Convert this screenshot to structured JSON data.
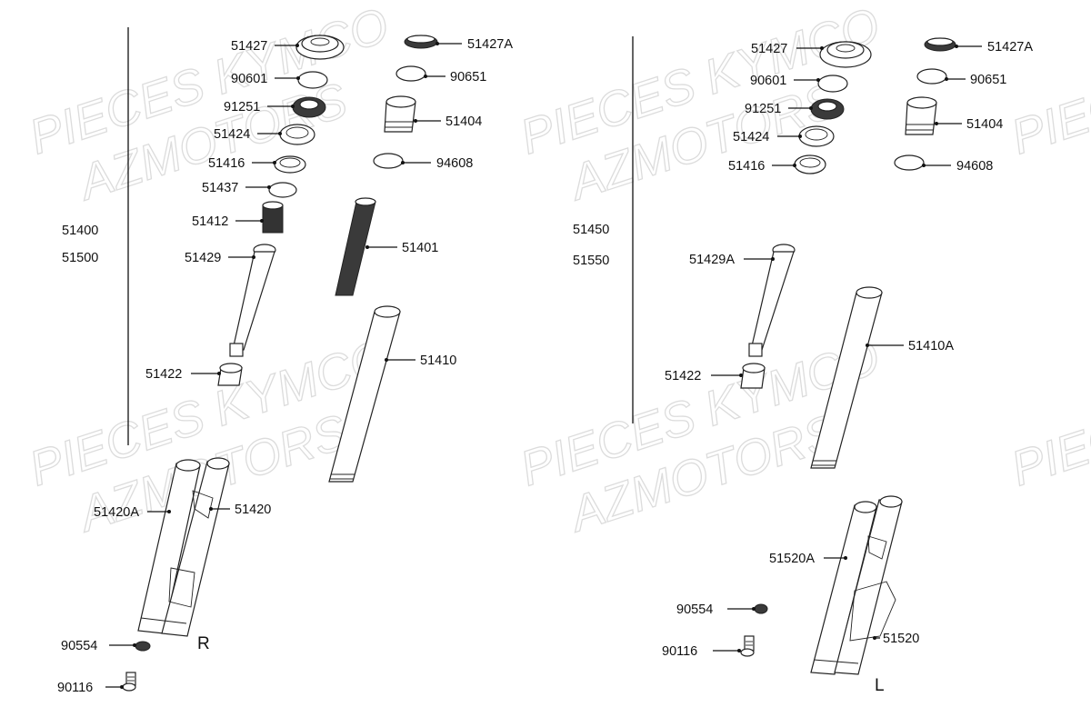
{
  "watermark": {
    "line1": "PIECES KYMCO",
    "line2": "AZMOTORS"
  },
  "right_fork": {
    "side_label": "R",
    "assembly_labels": [
      "51400",
      "51500"
    ],
    "parts": [
      "51427",
      "90601",
      "91251",
      "51424",
      "51416",
      "51437",
      "51412",
      "51429",
      "51422",
      "51427A",
      "90651",
      "51404",
      "94608",
      "51401",
      "51410",
      "51420A",
      "51420",
      "90554",
      "90116"
    ]
  },
  "left_fork": {
    "side_label": "L",
    "assembly_labels": [
      "51450",
      "51550"
    ],
    "parts": [
      "51427",
      "90601",
      "91251",
      "51424",
      "51416",
      "51429A",
      "51422",
      "51427A",
      "90651",
      "51404",
      "94608",
      "51410A",
      "51520A",
      "90554",
      "90116",
      "51520"
    ]
  }
}
